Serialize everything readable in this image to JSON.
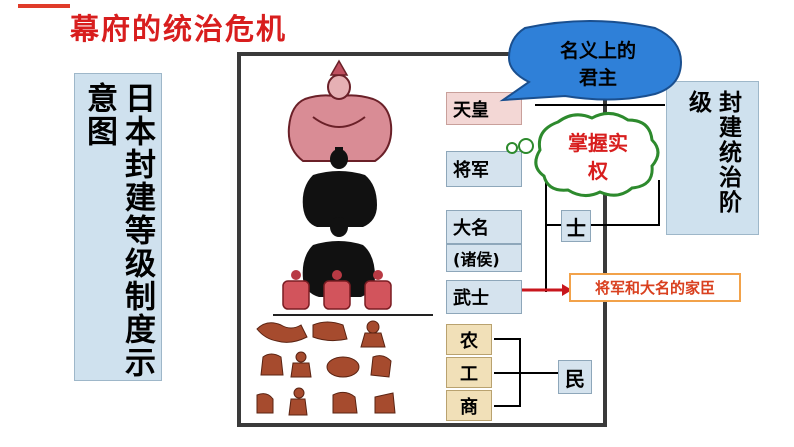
{
  "title": "幕府的统治危机",
  "left_label": {
    "columns": [
      "日本封建等级制度示",
      "意图"
    ]
  },
  "ranks": {
    "tenno": "天皇",
    "shogun": "将军",
    "daimyo": "大名",
    "daimyo_note": "(诸侯)",
    "bushi": "武士",
    "farmer": "农",
    "artisan": "工",
    "merchant": "商"
  },
  "callouts": {
    "nominal": [
      "名义上的",
      "君主"
    ],
    "real_power": [
      "掌握实",
      "权"
    ]
  },
  "right_label": {
    "columns": [
      "封建统治阶",
      "级"
    ]
  },
  "class_labels": {
    "shi": "士",
    "min": "民"
  },
  "retainer_label": "将军和大名的家臣",
  "colors": {
    "title": "#d81e1e",
    "label_bg": "#cfe1ee",
    "tenno_bg": "#f3d7d5",
    "commoner_bg": "#f1e0b8",
    "callout_blue": "#2f80d8",
    "callout_green": "#2d8a2d",
    "callout_text_red": "#d81e1e",
    "arrow_red": "#c8161d",
    "retainer_border": "#f2a24a"
  }
}
